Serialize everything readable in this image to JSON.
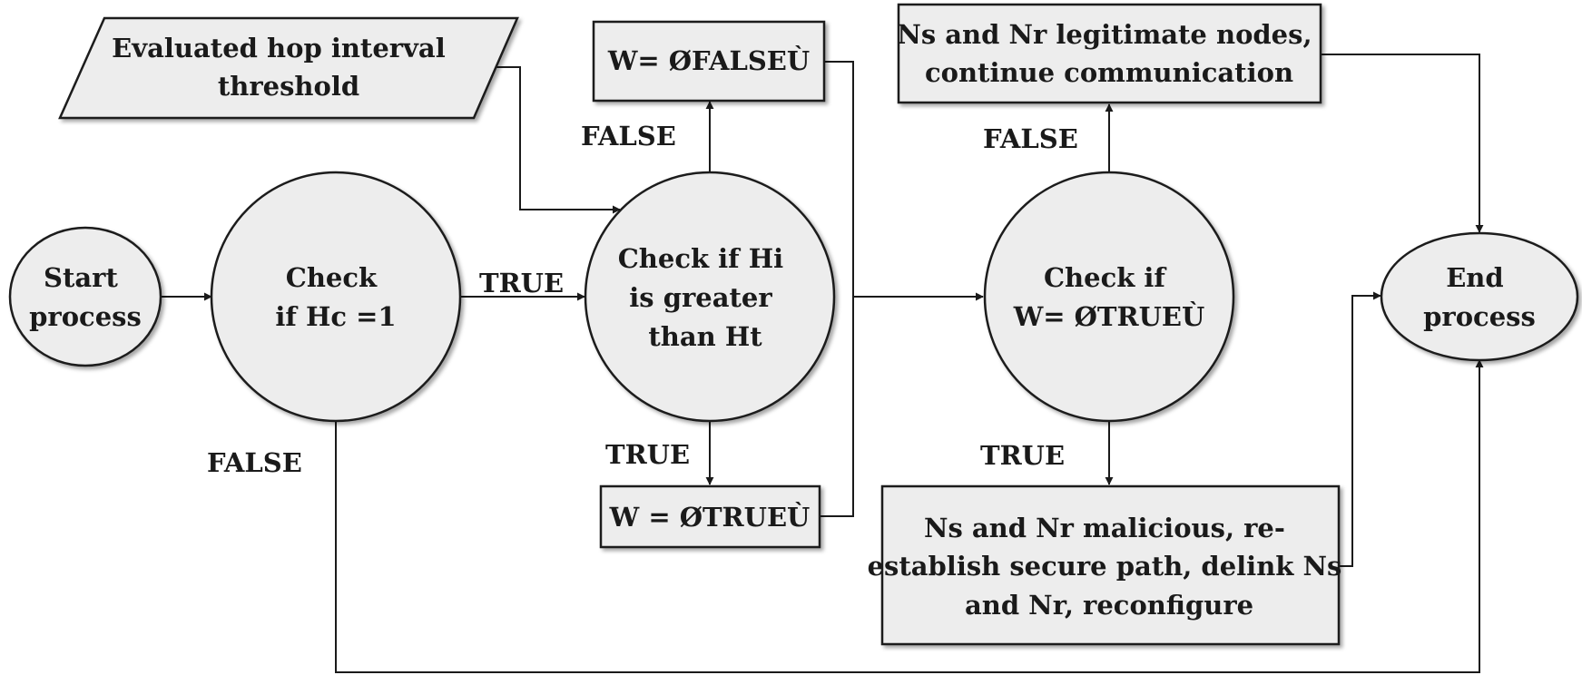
{
  "nodes": {
    "start": {
      "lines": [
        "Start",
        "process"
      ]
    },
    "check_hc": {
      "lines": [
        "Check",
        "if Hc =1"
      ]
    },
    "check_hi": {
      "lines": [
        "Check if Hi",
        "is greater",
        "than Ht"
      ]
    },
    "check_w": {
      "lines": [
        "Check if",
        "W= ØTRUEÙ"
      ]
    },
    "end": {
      "lines": [
        "End",
        "process"
      ]
    },
    "threshold_input": {
      "lines": [
        "Evaluated hop interval",
        "threshold"
      ]
    },
    "w_false": {
      "lines": [
        "W= ØFALSEÙ"
      ]
    },
    "w_true": {
      "lines": [
        "W = ØTRUEÙ"
      ]
    },
    "legitimate": {
      "lines": [
        "Ns and Nr legitimate nodes,",
        "continue communication"
      ]
    },
    "malicious": {
      "lines": [
        "Ns and Nr malicious, re-",
        "establish secure path, delink Ns",
        "and Nr, reconfigure"
      ]
    }
  },
  "edge_labels": {
    "hc_true": "TRUE",
    "hc_false": "FALSE",
    "hi_false": "FALSE",
    "hi_true": "TRUE",
    "w_false": "FALSE",
    "w_true": "TRUE"
  },
  "colors": {
    "fill": "#ededed",
    "stroke": "#1a1a1a",
    "text": "#1a1a1a"
  }
}
